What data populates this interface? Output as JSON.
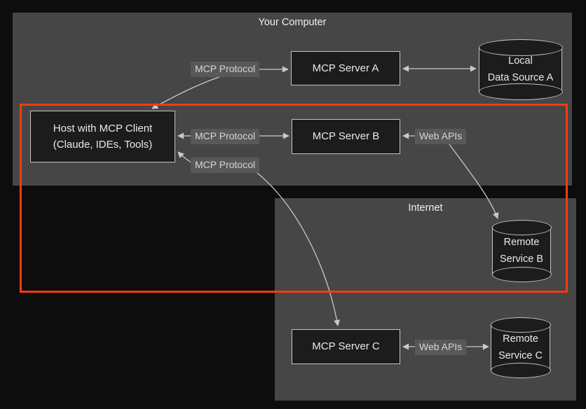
{
  "diagram": {
    "containers": {
      "your_computer": {
        "title": "Your Computer"
      },
      "internet": {
        "title": "Internet"
      }
    },
    "nodes": {
      "host": {
        "line1": "Host with MCP Client",
        "line2": "(Claude, IDEs, Tools)"
      },
      "server_a": {
        "label": "MCP Server A"
      },
      "server_b": {
        "label": "MCP Server B"
      },
      "server_c": {
        "label": "MCP Server C"
      },
      "local_data_source_a": {
        "line1": "Local",
        "line2": "Data Source A"
      },
      "remote_service_b": {
        "line1": "Remote",
        "line2": "Service B"
      },
      "remote_service_c": {
        "line1": "Remote",
        "line2": "Service C"
      }
    },
    "edge_labels": {
      "mcp_protocol_top": "MCP Protocol",
      "mcp_protocol_mid": "MCP Protocol",
      "mcp_protocol_bottom": "MCP Protocol",
      "web_apis_b": "Web APIs",
      "web_apis_c": "Web APIs"
    },
    "colors": {
      "highlight_box": "#f53c10",
      "container_fill": "#464646",
      "node_fill": "#1c1c1c",
      "node_border": "#c4c4c4",
      "edge_label_bg": "#585858",
      "connector": "#c9c9c9",
      "text": "#eaeaea",
      "page_background": "#0d0d0e"
    }
  }
}
